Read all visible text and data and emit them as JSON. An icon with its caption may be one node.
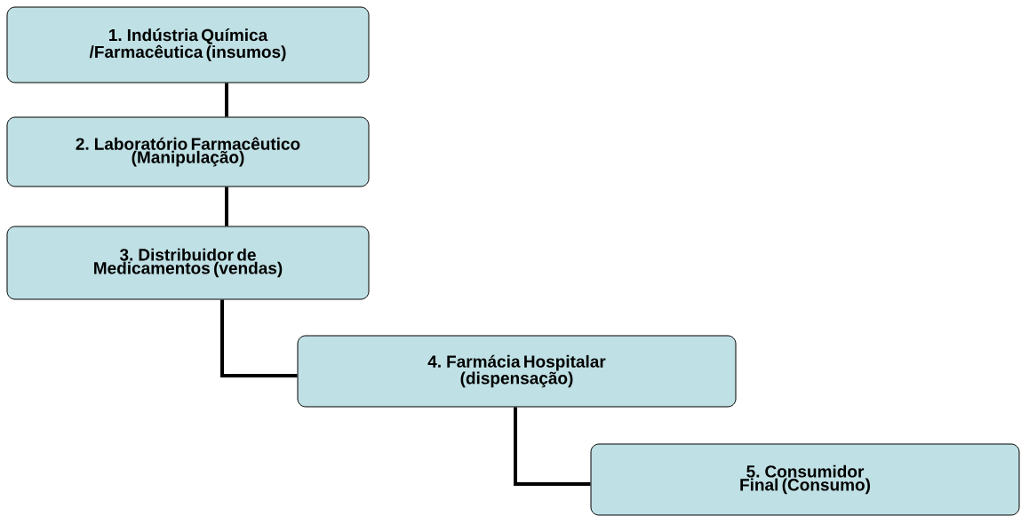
{
  "diagram": {
    "nodes": [
      {
        "text": [
          "1. Indústria Química /Farmacêutica (insumos)"
        ]
      },
      {
        "text": [
          "2. Laboratório Farmacêutico (Manipulação)"
        ]
      },
      {
        "text": [
          "3. Distribuidor de Medicamentos (vendas)"
        ]
      },
      {
        "text": [
          "4. Farmácia Hospitalar (dispensação)"
        ]
      },
      {
        "text": [
          "5. Consumidor Final (Consumo)"
        ]
      }
    ],
    "edges": [
      {
        "from": 0,
        "to": 1,
        "arrow": "none"
      },
      {
        "from": 1,
        "to": 2,
        "arrow": "none"
      },
      {
        "from": 2,
        "to": 3,
        "arrow": "none"
      },
      {
        "from": 3,
        "to": 4,
        "arrow": "none"
      }
    ]
  }
}
